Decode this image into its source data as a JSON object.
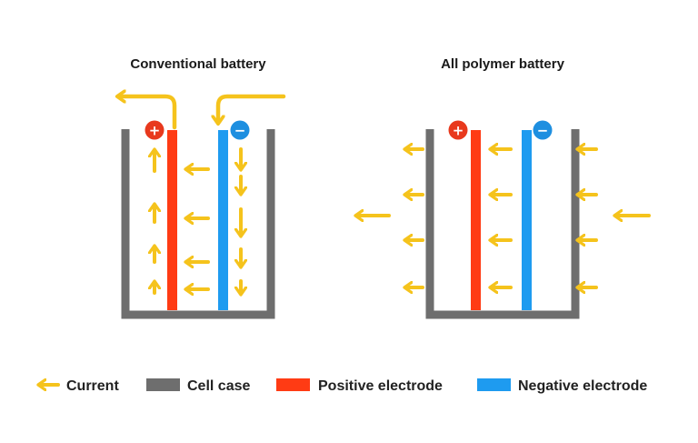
{
  "diagrams": [
    {
      "title": "Conventional battery"
    },
    {
      "title": "All polymer battery"
    }
  ],
  "terminals": {
    "positive_symbol": "+",
    "negative_symbol": "−"
  },
  "legend": {
    "current": "Current",
    "cell_case": "Cell case",
    "positive_electrode": "Positive electrode",
    "negative_electrode": "Negative electrode"
  },
  "colors": {
    "current": "#F5C31C",
    "cell_case": "#6E6E6E",
    "positive_electrode": "#FF3B14",
    "negative_electrode": "#1E9BF0",
    "positive_terminal": "#E8391D",
    "negative_terminal": "#1E8FE0"
  }
}
